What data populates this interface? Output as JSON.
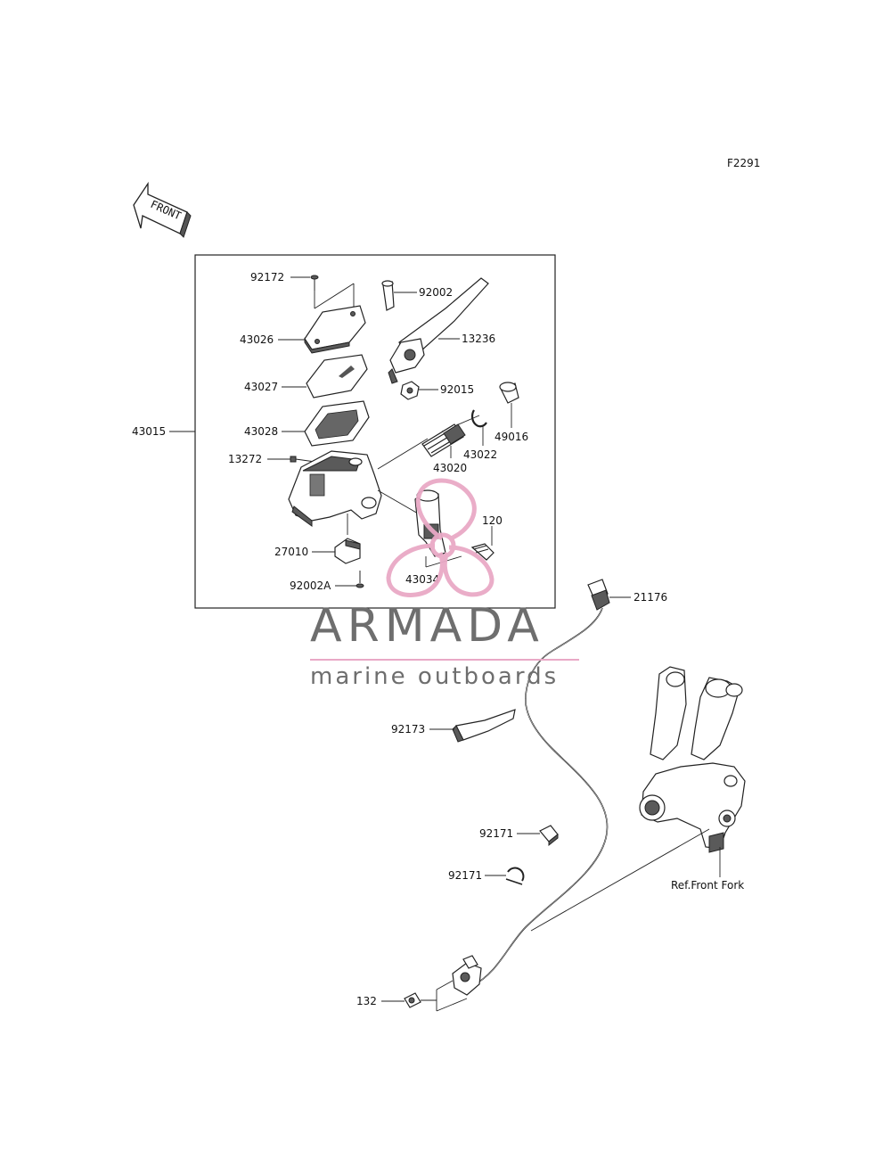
{
  "figure_code": "F2291",
  "front_marker": "FRONT",
  "callouts": {
    "p92172": "92172",
    "p92002": "92002",
    "p43026": "43026",
    "p13236": "13236",
    "p43027": "43027",
    "p92015": "92015",
    "p43028": "43028",
    "p49016": "49016",
    "p43015": "43015",
    "p43022": "43022",
    "p13272": "13272",
    "p43020": "43020",
    "p120": "120",
    "p27010": "27010",
    "p43034": "43034",
    "p92002A": "92002A",
    "p21176": "21176",
    "p92173": "92173",
    "p92171a": "92171",
    "p92171b": "92171",
    "p132": "132",
    "ref_front_fork": "Ref.Front Fork"
  },
  "watermark": {
    "brand": "ARMADA",
    "tagline": "marine outboards",
    "accent_color": "#e9a9c6",
    "text_color": "#6e6e6e"
  }
}
